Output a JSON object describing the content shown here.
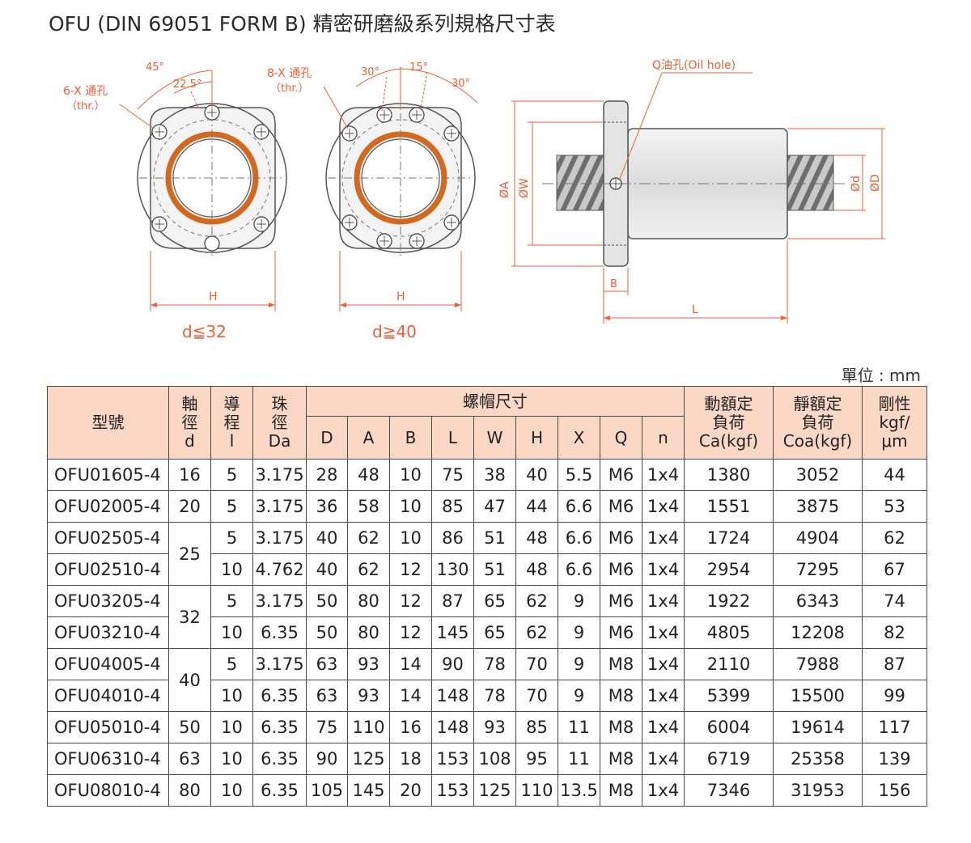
{
  "title": "OFU (DIN 69051 FORM B) 精密研磨級系列規格尺寸表",
  "diagram": {
    "left": {
      "hole_note": "6-X 通孔",
      "hole_note_sub": "（thr.）",
      "angle_a": "45°",
      "angle_b": "22.5°",
      "width_label": "H",
      "caption": "d≦32"
    },
    "middle": {
      "hole_note": "8-X 通孔",
      "hole_note_sub": "（thr.）",
      "angle_a": "30°",
      "angle_b": "15°",
      "angle_c": "30°",
      "width_label": "H",
      "caption": "d≧40"
    },
    "side": {
      "oil_hole": "Q油孔(Oil hole)",
      "dim_A": "ØA",
      "dim_W": "ØW",
      "dim_B": "B",
      "dim_L": "L",
      "dim_d": "Ød",
      "dim_D": "ØD"
    },
    "colors": {
      "dimension": "#e8603a",
      "outline": "#555555",
      "accent": "#d2691e"
    }
  },
  "unit": "單位 : mm",
  "table": {
    "header": {
      "model": "型號",
      "shaft": [
        "軸",
        "徑",
        "d"
      ],
      "lead": [
        "導",
        "程",
        "l"
      ],
      "ball": [
        "珠",
        "徑",
        "Da"
      ],
      "nut_group": "螺帽尺寸",
      "nut_cols": [
        "D",
        "A",
        "B",
        "L",
        "W",
        "H",
        "X",
        "Q",
        "n"
      ],
      "dynamic": [
        "動額定",
        "負荷",
        "Ca(kgf)"
      ],
      "static": [
        "靜額定",
        "負荷",
        "Coa(kgf)"
      ],
      "stiffness": [
        "剛性",
        "kgf/",
        "μm"
      ]
    },
    "header_color": "#fbd8c5",
    "rows": [
      {
        "model": "OFU01605-4",
        "d": "16",
        "l": "5",
        "da": "3.175",
        "D": "28",
        "A": "48",
        "B": "10",
        "L": "75",
        "W": "38",
        "H": "40",
        "X": "5.5",
        "Q": "M6",
        "n": "1x4",
        "ca": "1380",
        "coa": "3052",
        "k": "44"
      },
      {
        "model": "OFU02005-4",
        "d": "20",
        "l": "5",
        "da": "3.175",
        "D": "36",
        "A": "58",
        "B": "10",
        "L": "85",
        "W": "47",
        "H": "44",
        "X": "6.6",
        "Q": "M6",
        "n": "1x4",
        "ca": "1551",
        "coa": "3875",
        "k": "53"
      },
      {
        "model": "OFU02505-4",
        "d": "25",
        "l": "5",
        "da": "3.175",
        "D": "40",
        "A": "62",
        "B": "10",
        "L": "86",
        "W": "51",
        "H": "48",
        "X": "6.6",
        "Q": "M6",
        "n": "1x4",
        "ca": "1724",
        "coa": "4904",
        "k": "62"
      },
      {
        "model": "OFU02510-4",
        "d": "25",
        "l": "10",
        "da": "4.762",
        "D": "40",
        "A": "62",
        "B": "12",
        "L": "130",
        "W": "51",
        "H": "48",
        "X": "6.6",
        "Q": "M6",
        "n": "1x4",
        "ca": "2954",
        "coa": "7295",
        "k": "67"
      },
      {
        "model": "OFU03205-4",
        "d": "32",
        "l": "5",
        "da": "3.175",
        "D": "50",
        "A": "80",
        "B": "12",
        "L": "87",
        "W": "65",
        "H": "62",
        "X": "9",
        "Q": "M6",
        "n": "1x4",
        "ca": "1922",
        "coa": "6343",
        "k": "74"
      },
      {
        "model": "OFU03210-4",
        "d": "32",
        "l": "10",
        "da": "6.35",
        "D": "50",
        "A": "80",
        "B": "12",
        "L": "145",
        "W": "65",
        "H": "62",
        "X": "9",
        "Q": "M6",
        "n": "1x4",
        "ca": "4805",
        "coa": "12208",
        "k": "82"
      },
      {
        "model": "OFU04005-4",
        "d": "40",
        "l": "5",
        "da": "3.175",
        "D": "63",
        "A": "93",
        "B": "14",
        "L": "90",
        "W": "78",
        "H": "70",
        "X": "9",
        "Q": "M8",
        "n": "1x4",
        "ca": "2110",
        "coa": "7988",
        "k": "87"
      },
      {
        "model": "OFU04010-4",
        "d": "40",
        "l": "10",
        "da": "6.35",
        "D": "63",
        "A": "93",
        "B": "14",
        "L": "148",
        "W": "78",
        "H": "70",
        "X": "9",
        "Q": "M8",
        "n": "1x4",
        "ca": "5399",
        "coa": "15500",
        "k": "99"
      },
      {
        "model": "OFU05010-4",
        "d": "50",
        "l": "10",
        "da": "6.35",
        "D": "75",
        "A": "110",
        "B": "16",
        "L": "148",
        "W": "93",
        "H": "85",
        "X": "11",
        "Q": "M8",
        "n": "1x4",
        "ca": "6004",
        "coa": "19614",
        "k": "117"
      },
      {
        "model": "OFU06310-4",
        "d": "63",
        "l": "10",
        "da": "6.35",
        "D": "90",
        "A": "125",
        "B": "18",
        "L": "153",
        "W": "108",
        "H": "95",
        "X": "11",
        "Q": "M8",
        "n": "1x4",
        "ca": "6719",
        "coa": "25358",
        "k": "139"
      },
      {
        "model": "OFU08010-4",
        "d": "80",
        "l": "10",
        "da": "6.35",
        "D": "105",
        "A": "145",
        "B": "20",
        "L": "153",
        "W": "125",
        "H": "110",
        "X": "13.5",
        "Q": "M8",
        "n": "1x4",
        "ca": "7346",
        "coa": "31953",
        "k": "156"
      }
    ]
  }
}
